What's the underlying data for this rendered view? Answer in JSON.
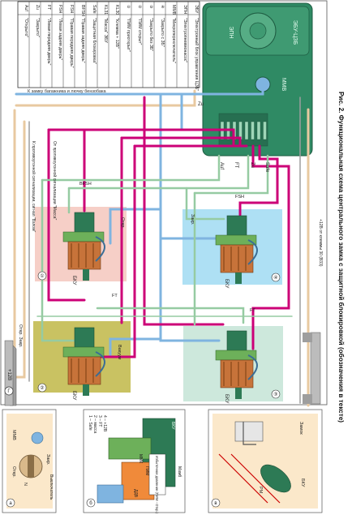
{
  "colors": {
    "magenta": "#cc0077",
    "blue": "#7fb4e0",
    "green": "#96cba2",
    "tan": "#e8c9a0",
    "gray": "#9e9e9e",
    "ecu": "#2f8a64",
    "bku": "#2d7a55",
    "zone_top_left": "#f6cfc7",
    "zone_top_right": "#aee0f4",
    "zone_bottom_left": "#c9c262",
    "zone_bottom_right": "#cde8dc"
  },
  "legend": {
    "rows": [
      {
        "code": "Auf",
        "desc": "\"Открыто\""
      },
      {
        "code": "Zu",
        "desc": "\"Закрыто\""
      },
      {
        "code": "FT",
        "desc": "\"Левая передняя дверь\""
      },
      {
        "code": "FSH",
        "desc": "\"Левая задняя дверь\""
      },
      {
        "code": "FSH",
        "desc": "\"Правая передняя дверь\""
      },
      {
        "code": "BFSH",
        "desc": "\"Правая задняя дверь\""
      },
      {
        "code": "Safe",
        "desc": "\"Защитная блокировка\""
      },
      {
        "code": "KL31",
        "desc": "\"Масса\" ЭБУ"
      },
      {
        "code": "KL30",
        "desc": "\"Клемма + 12В\""
      },
      {
        "code": "①",
        "desc": "\"ПИМ приоткрыт\""
      },
      {
        "code": "②",
        "desc": "\"ПИМ открыт\""
      },
      {
        "code": "③",
        "desc": "\"Закрыто без ЗБ\""
      },
      {
        "code": "④",
        "desc": "\"Закрыто с ЗБ\""
      },
      {
        "code": "ММВ",
        "desc": "\"Микропереключатель\""
      },
      {
        "code": "ЭПН",
        "desc": "\"Электропневмонасос\""
      },
      {
        "code": "ЭБУ",
        "desc": "\"Электронный блок управления ЦЗБ\""
      }
    ]
  },
  "ecu": {
    "pump": "ЭПН",
    "unit": "ЭБУ-ЦЗБ",
    "mmv": "ММВ"
  },
  "labels": {
    "trunk": "К замку багажника и лючку бензобака",
    "pins": [
      "Auf",
      "FT",
      "Zu",
      "Safe"
    ],
    "bfsh": "BFSH",
    "fsh": "FSH",
    "ft_top": "FT",
    "ft_bottom": "FT",
    "zu": "Zu",
    "otkr": "Откр.",
    "zakr": "Закр.",
    "vakuum": "Вакуум",
    "signal_from_lock": "К противоугонной сигнализации, сигнал \"Взлом\"",
    "signal_ground": "От противоугонной сигнализации \"Масса\"",
    "power_12v": "+12В",
    "circle_g": "Г",
    "power_30": "+12В от клеммы 30 (В33)",
    "bku": "БКУ"
  },
  "zones": [
    {
      "num": "①",
      "bku": "БКУ"
    },
    {
      "num": "④",
      "bku": "БКУ"
    },
    {
      "num": "②",
      "bku": "БКУ"
    },
    {
      "num": "③",
      "bku": "БКУ"
    }
  ],
  "inset_a": {
    "letter": "а",
    "mmv": "MMB",
    "otkr": "Откр.",
    "n": "N",
    "zakr": "Закр.",
    "sw": "Выключатель"
  },
  "inset_b": {
    "letter": "б",
    "list": [
      "1 – Safe",
      "2 – масса",
      "3 – FT",
      "4 – +12В"
    ],
    "mmk": "ММК",
    "pim": "ПИМ",
    "ddv": "ДДВ",
    "bku": "БКУ",
    "vakuum_box": "Избыточное давление (ПИМ - Откр.)",
    "mamb": "Мамб"
  },
  "inset_c": {
    "letter": "в",
    "zamok": "Замок",
    "pm": "PM",
    "bku": "БКУ"
  },
  "caption": "Рис. 2. Функциональная схема центрального замка с защитной блокировкой (обозначения в тексте)"
}
